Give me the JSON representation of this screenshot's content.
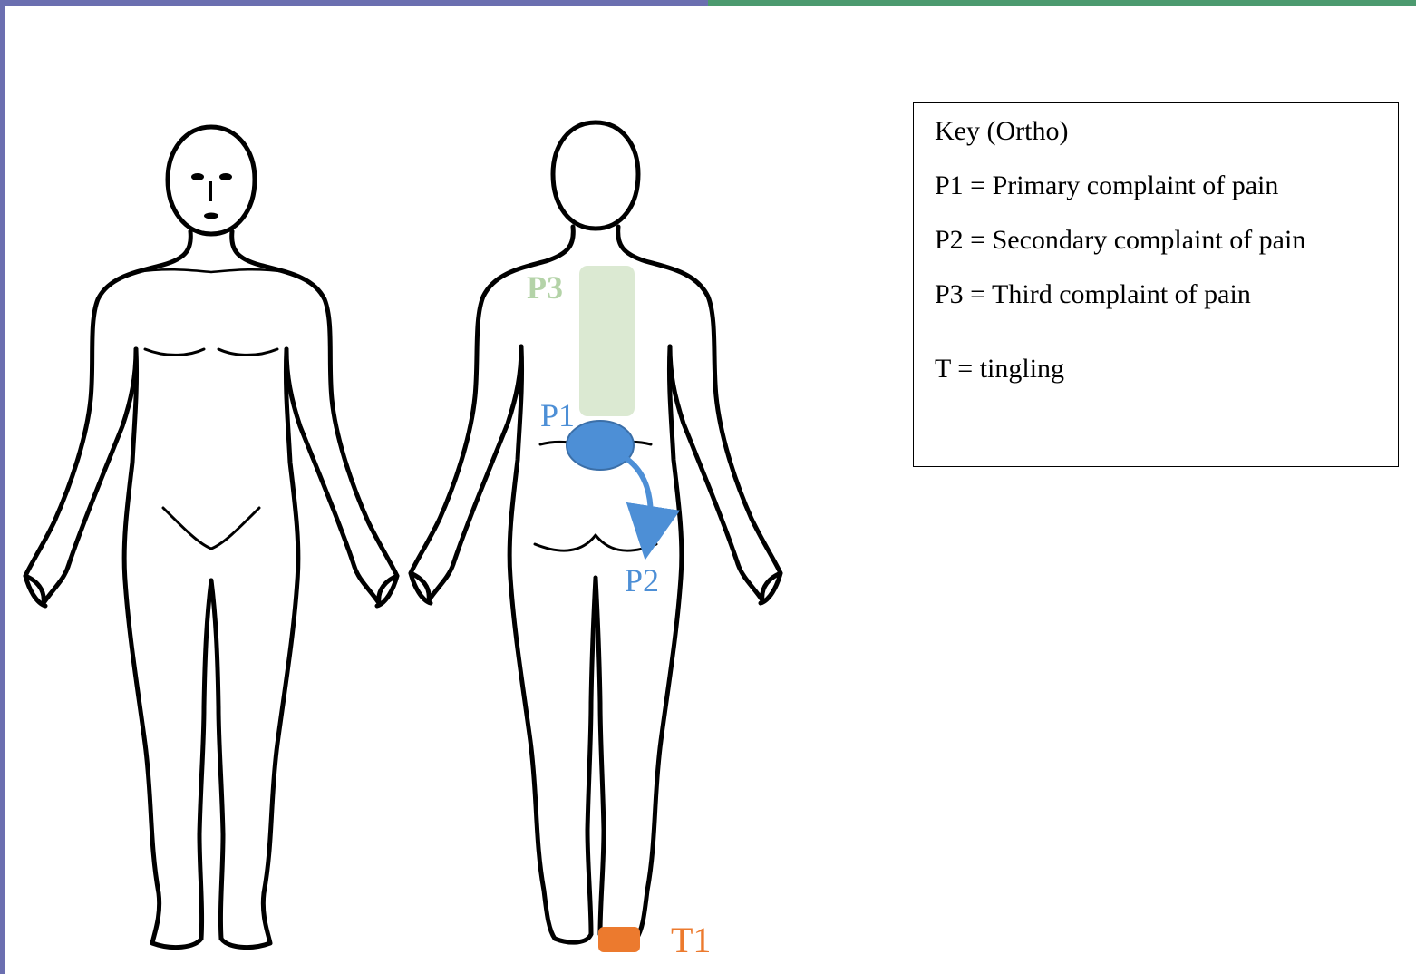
{
  "colors": {
    "bar_left": "#6b6fb0",
    "bar_right": "#4c9a6f",
    "p1": "#4d8fd6",
    "p2": "#4d8fd6",
    "p3": "#dbe9d2",
    "p3_label": "#b4d3a8",
    "t1": "#ec7a2e",
    "outline": "#000000"
  },
  "markers": {
    "p1": "P1",
    "p2": "P2",
    "p3": "P3",
    "t1": "T1"
  },
  "key": {
    "title": "Key (Ortho)",
    "lines": [
      "P1 = Primary complaint of pain",
      "P2 = Secondary complaint of pain",
      "P3 = Third complaint of pain",
      "T = tingling"
    ]
  }
}
